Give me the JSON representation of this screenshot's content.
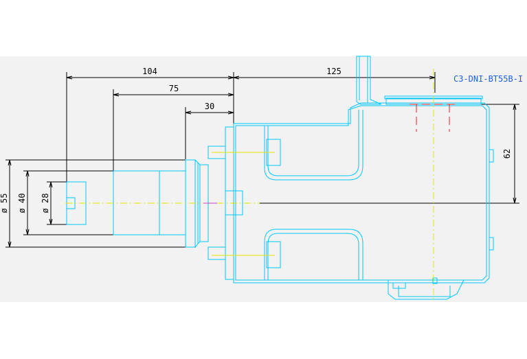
{
  "drawing": {
    "model_code": "C3-DNI-BT55B-I",
    "dimensions": {
      "overall_left": "104",
      "middle": "75",
      "short": "30",
      "right": "125",
      "height_right": "62",
      "dia_55": "ø 55",
      "dia_40": "ø 40",
      "dia_28": "ø 28"
    }
  },
  "colors": {
    "background": "#f2f2f2",
    "part_outline": "#00c8ff",
    "dimension": "#000000",
    "centerline": "#e6e600",
    "hidden": "#e02020",
    "label_blue": "#1f5fe0"
  }
}
